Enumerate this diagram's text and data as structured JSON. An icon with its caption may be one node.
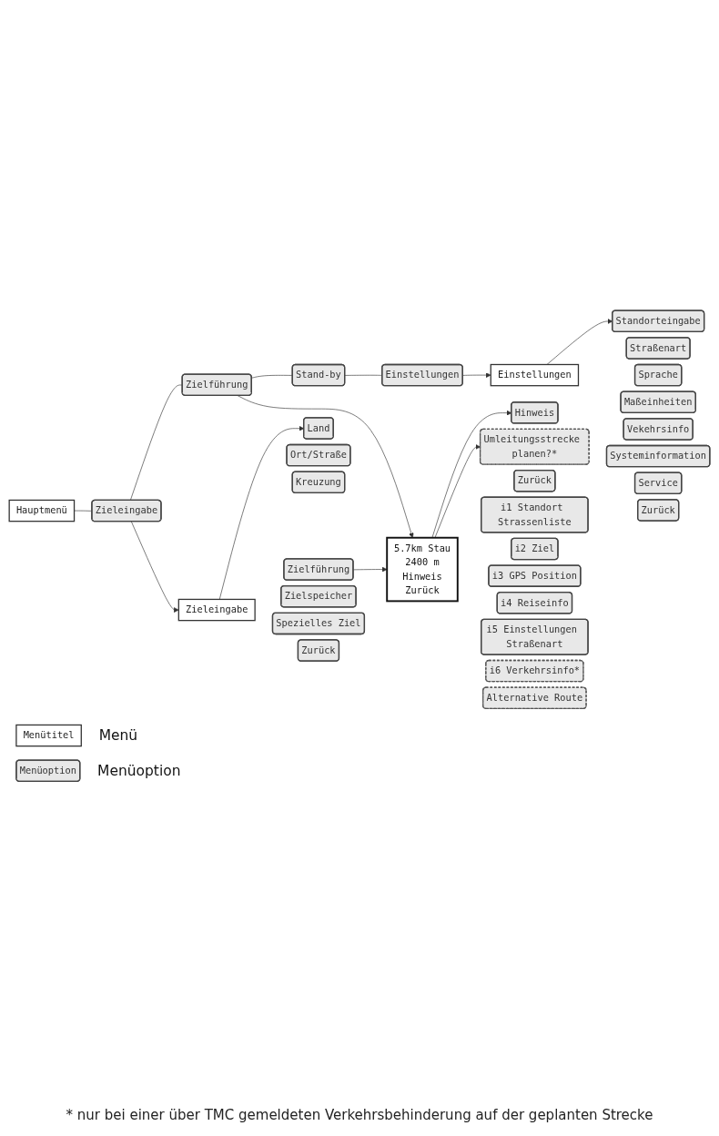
{
  "diagram": {
    "nodes": [
      {
        "text": [
          "Hauptmenü"
        ]
      },
      {
        "text": [
          "Zieleingabe"
        ]
      },
      {
        "text": [
          "Zielführung"
        ]
      },
      {
        "text": [
          "Stand-by"
        ]
      },
      {
        "text": [
          "Einstellungen"
        ]
      },
      {
        "text": [
          "Zieleingabe"
        ]
      },
      {
        "text": [
          "Land"
        ]
      },
      {
        "text": [
          "Ort/Straße"
        ]
      },
      {
        "text": [
          "Kreuzung"
        ]
      },
      {
        "text": [
          "Zielführung"
        ]
      },
      {
        "text": [
          "Zielspeicher"
        ]
      },
      {
        "text": [
          "Spezielles Ziel"
        ]
      },
      {
        "text": [
          "Zurück"
        ]
      },
      {
        "text": [
          "5.7km Stau",
          "2400 m",
          "Hinweis",
          "Zurück"
        ]
      },
      {
        "text": [
          "Umleitungsstrecke planen?*"
        ]
      },
      {
        "text": [
          "Hinweis"
        ]
      },
      {
        "text": [
          "Zurück"
        ]
      },
      {
        "text": [
          "i1 Standort Strassenliste"
        ]
      },
      {
        "text": [
          "i2 Ziel"
        ]
      },
      {
        "text": [
          "i3 GPS Position"
        ]
      },
      {
        "text": [
          "i4 Reiseinfo"
        ]
      },
      {
        "text": [
          "i5 Einstellungen Straßenart"
        ]
      },
      {
        "text": [
          "i6 Verkehrsinfo*"
        ]
      },
      {
        "text": [
          "Alternative Route"
        ]
      },
      {
        "text": [
          "Einstellungen"
        ]
      },
      {
        "text": [
          "Standorteingabe"
        ]
      },
      {
        "text": [
          "Straßenart"
        ]
      },
      {
        "text": [
          "Sprache"
        ]
      },
      {
        "text": [
          "Maßeinheiten"
        ]
      },
      {
        "text": [
          "Vekehrsinfo"
        ]
      },
      {
        "text": [
          "Systeminformation"
        ]
      },
      {
        "text": [
          "Service"
        ]
      },
      {
        "text": [
          "Zurück"
        ]
      },
      {
        "text": [
          "Menütitel"
        ],
        "beside": [
          "Menü"
        ]
      },
      {
        "text": [
          "Menüoption"
        ],
        "beside": [
          "Menüoption"
        ]
      }
    ],
    "edges": [
      {
        "from": 0,
        "to": 1,
        "arrow": "none"
      },
      {
        "from": 1,
        "to": 2,
        "arrow": "none"
      },
      {
        "from": 2,
        "to": 3,
        "arrow": "none"
      },
      {
        "from": 3,
        "to": 4,
        "arrow": "none"
      },
      {
        "from": 1,
        "to": 5,
        "arrow": "to"
      },
      {
        "from": 5,
        "to": 6,
        "arrow": "to"
      },
      {
        "from": 2,
        "to": 13,
        "arrow": "to"
      },
      {
        "from": 13,
        "to": 15,
        "arrow": "to"
      },
      {
        "from": 13,
        "to": 14,
        "arrow": "to"
      },
      {
        "from": 9,
        "to": 13,
        "arrow": "to"
      },
      {
        "from": 4,
        "to": 24,
        "arrow": "to"
      },
      {
        "from": 24,
        "to": 25,
        "arrow": "to"
      }
    ],
    "labels": [
      "* nur bei einer über TMC gemeldeten Verkehrsbehinderung auf der geplanten Strecke"
    ]
  }
}
